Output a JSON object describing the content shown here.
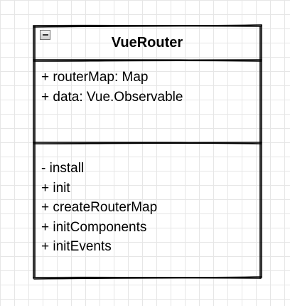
{
  "class": {
    "name": "VueRouter",
    "attributes": [
      "+ routerMap: Map",
      "+ data: Vue.Observable"
    ],
    "methods": [
      "- install",
      "+ init",
      "+ createRouterMap",
      "+ initComponents",
      "+ initEvents"
    ]
  },
  "icons": {
    "collapse": "collapse-minus-icon"
  }
}
